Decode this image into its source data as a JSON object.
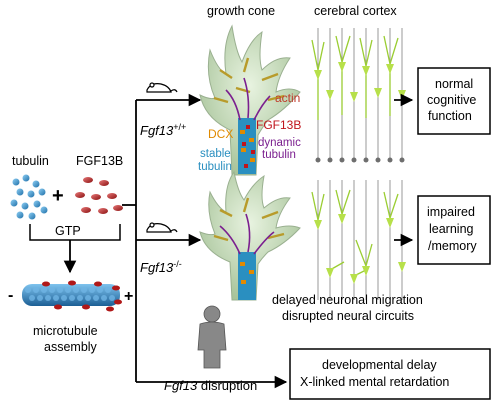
{
  "header": {
    "growth_cone": "growth cone",
    "cerebral_cortex": "cerebral cortex"
  },
  "left": {
    "tubulin": "tubulin",
    "plus": "+",
    "fgf13b": "FGF13B",
    "gtp": "GTP",
    "minus_end": "-",
    "plus_end": "+",
    "assembly_line1": "microtubule",
    "assembly_line2": "assembly"
  },
  "wildtype": {
    "genotype": "Fgf13",
    "superscript": "+/+",
    "actin": "actin",
    "dcx": "DCX",
    "fgf13b": "FGF13B",
    "stable_line1": "stable",
    "stable_line2": "tubulin",
    "dynamic_line1": "dynamic",
    "dynamic_line2": "tubulin",
    "outcome_line1": "normal",
    "outcome_line2": "cognitive",
    "outcome_line3": "function"
  },
  "knockout": {
    "genotype": "Fgf13",
    "superscript": "-/-",
    "outcome_line1": "impaired",
    "outcome_line2": "learning",
    "outcome_line3": "/memory",
    "phenotype_line1": "delayed neuronal migration",
    "phenotype_line2": "disrupted neural circuits"
  },
  "human": {
    "gene": "Fgf13",
    "rest": " disruption",
    "outcome_line1": "developmental delay",
    "outcome_line2": "X-linked mental retardation"
  },
  "colors": {
    "actin": "#c0392b",
    "dcx": "#e08a00",
    "fgf13b": "#c0141c",
    "stable_tubulin": "#2a8fc0",
    "dynamic_tubulin": "#7b1f8f",
    "cone_fill": "#c8d8b8",
    "neuron_green": "#9acd32"
  },
  "icons": [
    "mouse-icon",
    "mouse-icon",
    "human-icon"
  ]
}
